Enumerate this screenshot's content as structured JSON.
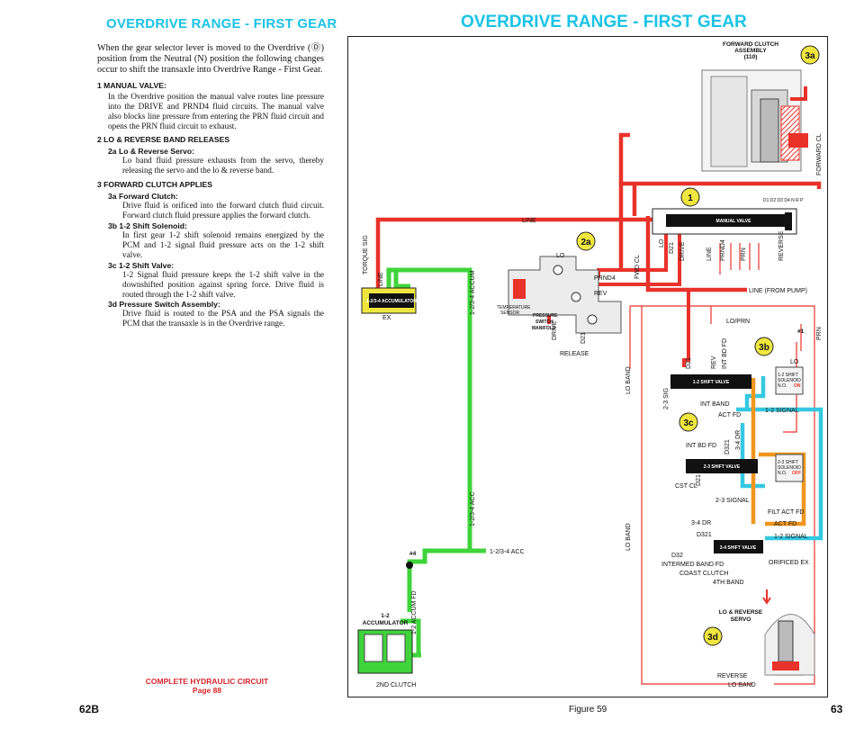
{
  "left_page": {
    "title": "OVERDRIVE RANGE - FIRST GEAR",
    "intro": "When the gear selector lever is moved to the Overdrive (Ⓓ) position from the Neutral (N) position the following changes occur to shift the transaxle into Overdrive Range - First Gear.",
    "sections": [
      {
        "heading": "1   MANUAL VALVE:",
        "text": "In the Overdrive position the manual valve routes line pressure into the DRIVE and PRND4 fluid circuits. The manual valve also blocks line pressure from entering the PRN fluid circuit and opens the PRN fluid circuit to exhaust."
      },
      {
        "heading": "2   LO & REVERSE BAND RELEASES",
        "sub": "2a  Lo & Reverse Servo:",
        "text": "Lo band fluid pressure exhausts from the servo, thereby releasing the servo and the lo & reverse band."
      },
      {
        "heading": "3   FORWARD CLUTCH APPLIES"
      },
      {
        "sub": "3a  Forward Clutch:",
        "text": "Drive fluid is orificed into the forward clutch fluid circuit. Forward clutch fluid pressure applies the forward clutch."
      },
      {
        "sub": "3b  1-2 Shift Solenoid:",
        "text": "In first gear 1-2 shift solenoid remains energized by the PCM and 1-2 signal fluid pressure acts on the 1-2 shift valve."
      },
      {
        "sub": "3c  1-2 Shift Valve:",
        "text": "1-2 Signal fluid pressure keeps the 1-2 shift valve in the downshifted position against spring force. Drive fluid is routed through the 1-2 shift valve."
      },
      {
        "sub": "3d  Pressure Switch Assembly:",
        "text": "Drive fluid is routed to the PSA and the PSA signals the PCM that the transaxle is in the Overdrive range."
      }
    ],
    "footer_ref_1": "COMPLETE HYDRAULIC CIRCUIT",
    "footer_ref_2": "Page 88",
    "page_number": "62B"
  },
  "right_page": {
    "title": "OVERDRIVE RANGE - FIRST GEAR",
    "figure": "Figure 59",
    "page_number": "63"
  },
  "diagram": {
    "colors": {
      "line": "#e8322a",
      "drive": "#e8322a",
      "accum": "#3ed43a",
      "signal": "#35c8e0",
      "act_fd": "#f0961e",
      "exhaust": "#e8322a"
    },
    "callouts": [
      "1",
      "3a",
      "3b",
      "3c",
      "3d",
      "2a"
    ],
    "labels": {
      "fwd_clutch_1": "FORWARD CLUTCH",
      "fwd_clutch_2": "ASSEMBLY",
      "fwd_clutch_3": "(110)",
      "fwd_cl": "FORWARD CL",
      "line": "LINE",
      "line_from_pump": "LINE (FROM PUMP)",
      "torque_sig": "TORQUE SIG",
      "line_v": "LINE",
      "accum_1234": "1-2/3-4 ACCUMULATOR",
      "accum_v": "1-2/3-4 ACCUM",
      "acc_v": "1-2/3-4 ACC",
      "acc_h": "1-2/3-4 ACC",
      "ex": "EX",
      "lo": "LO",
      "prnd4": "PRND4",
      "rev": "REV",
      "drive_v": "DRIVE",
      "d21": "D21",
      "release": "RELEASE",
      "temp_1": "TEMPERATURE",
      "temp_2": "SENSOR",
      "psm_1": "PRESSURE",
      "psm_2": "SWITCH",
      "psm_3": "MANIFOLD",
      "fwd_cl_v": "FWD CL",
      "manual_valve": "MANUAL VALVE",
      "gear_marks": "D1 D2 D3  D4   N   R    P",
      "lo_prn": "LO/PRN",
      "prn": "PRN",
      "lo_band": "LO BAND",
      "shift12": "1-2 SHIFT VALVE",
      "sol12_1": "1-2 SHIFT",
      "sol12_2": "SOLENOID",
      "sol12_3": "N.O.",
      "on": "ON",
      "int_band": "INT BAND",
      "act_fd": "ACT FD",
      "sig12": "1-2 SIGNAL",
      "sig23": "2-3 SIG",
      "int_bd_fd": "INT BD FD",
      "shift23": "2-3 SHIFT VALVE",
      "sol23_1": "2-3 SHIFT",
      "sol23_2": "SOLENOID",
      "sol23_3": "N.O.",
      "off": "OFF",
      "cst_cl": "CST CL",
      "sig23_h": "2-3 SIGNAL",
      "filt_act_fd": "FILT ACT FD",
      "dr34": "3-4 DR",
      "d321": "D321",
      "d32": "D32",
      "act_fd2": "ACT FD",
      "sig12b": "1-2 SIGNAL",
      "shift34": "3-4 SHIFT VALVE",
      "intermed": "INTERMED BAND FD",
      "orificed_ex": "ORIFICED EX",
      "coast_clutch": "COAST CLUTCH",
      "band4": "4TH BAND",
      "servo_1": "LO & REVERSE",
      "servo_2": "SERVO",
      "reverse": "REVERSE",
      "lo_band_h": "LO BAND",
      "hash4": "#4",
      "hash1": "#1",
      "accum12_1": "1-2",
      "accum12_2": "ACCUMULATOR",
      "accum12_v": "1-2 ACCUM FD",
      "clutch2": "2ND CLUTCH",
      "prnd4_2": "PRND4",
      "drive_s": "DRIVE",
      "rev_s": "REV",
      "d21_s": "D21"
    }
  }
}
